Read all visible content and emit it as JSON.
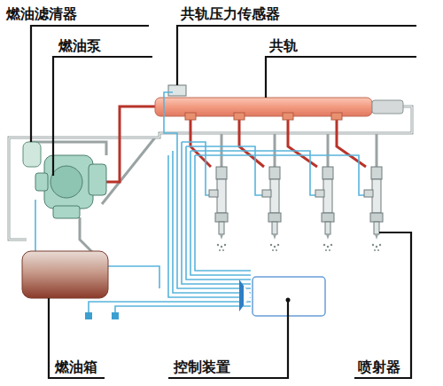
{
  "diagram": {
    "labels": [
      "燃油滤清器",
      "燃油泵",
      "共轨压力传感器",
      "共轨",
      "燃油箱",
      "控制装置",
      "喷射器"
    ]
  }
}
